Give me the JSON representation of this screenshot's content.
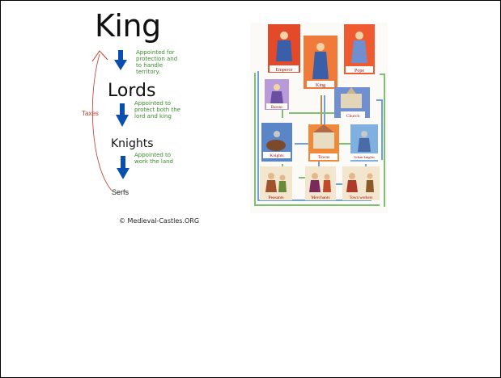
{
  "hierarchy": {
    "king": "King",
    "lords": "Lords",
    "knights": "Knights",
    "serfs": "Serfs",
    "taxes": "Taxes",
    "note_king": "Appointed for protection and to handle territory.",
    "note_lords": "Appointed to protect both the lord and king",
    "note_knights": "Appointed to work the land",
    "copyright": "© Medieval-Castles.ORG",
    "arrow_color": "#0a4fb0",
    "note_color": "#3a8a2a",
    "taxes_color": "#c0392b"
  },
  "society": {
    "labels": {
      "emperor": "Emperor",
      "king": "King",
      "pope": "Pope",
      "barons": "Barons",
      "church": "Church",
      "knights": "Knights",
      "towns": "Towns",
      "urban_knights": "Urban knights",
      "peasants": "Peasants",
      "merchants": "Merchants",
      "town_workers": "Town workers"
    },
    "colors": {
      "emperor_bg": "#e34a2a",
      "king_bg": "#f07a3a",
      "pope_bg": "#ef5a30",
      "barons_bg": "#b89ad8",
      "church_bg": "#6f8fd0",
      "knights_bg": "#5a86c8",
      "towns_bg": "#f08a3a",
      "urban_knights_bg": "#7fb0e0",
      "lower_bg": "#f3e6cf",
      "label_color": "#a01010",
      "line_green": "#7fc070",
      "line_blue": "#6fa0e0"
    }
  }
}
